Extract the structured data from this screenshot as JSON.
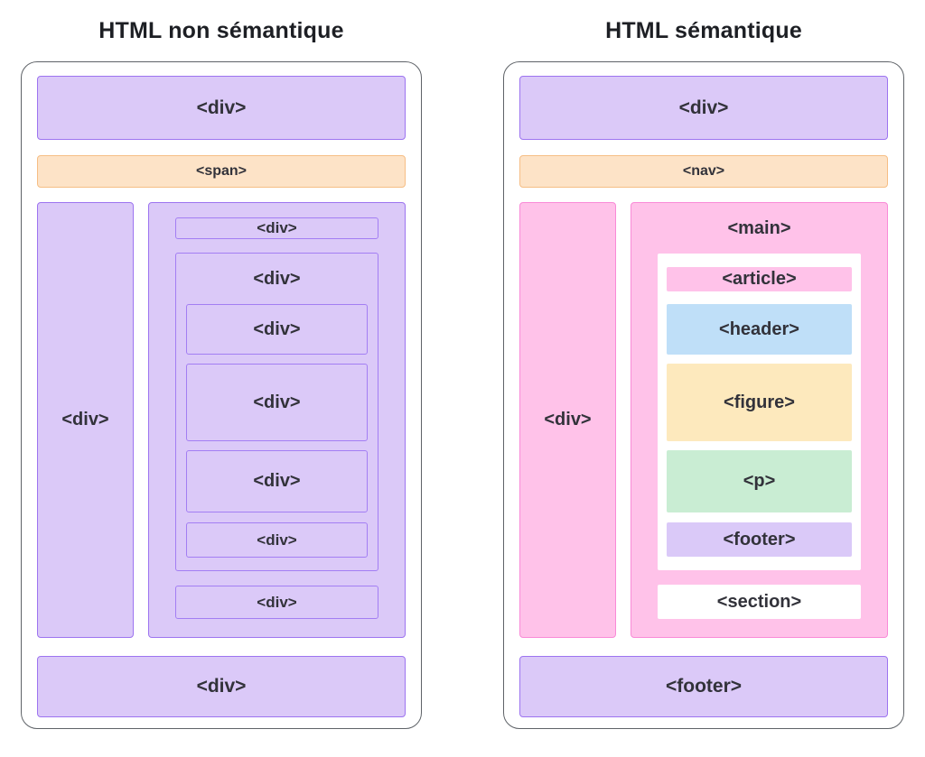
{
  "panels": {
    "non_semantic": {
      "title": "HTML non sémantique",
      "header_box": {
        "label": "<div>"
      },
      "nav_bar": {
        "label": "<span>"
      },
      "sidebar": {
        "label": "<div>"
      },
      "main": {
        "top_bar": {
          "label": "<div>"
        },
        "content_box": {
          "label": "<div>",
          "items": [
            {
              "label": "<div>"
            },
            {
              "label": "<div>"
            },
            {
              "label": "<div>"
            },
            {
              "label": "<div>"
            }
          ]
        },
        "bottom_bar": {
          "label": "<div>"
        }
      },
      "footer_box": {
        "label": "<div>"
      }
    },
    "semantic": {
      "title": "HTML sémantique",
      "header_box": {
        "label": "<div>"
      },
      "nav_bar": {
        "label": "<nav>"
      },
      "sidebar": {
        "label": "<div>"
      },
      "main": {
        "label": "<main>",
        "content_box": {
          "article": {
            "label": "<article>",
            "color": "#ffc2e9"
          },
          "items": [
            {
              "label": "<header>",
              "color": "#bfdff8"
            },
            {
              "label": "<figure>",
              "color": "#fde9bd"
            },
            {
              "label": "<p>",
              "color": "#c9edd3"
            },
            {
              "label": "<footer>",
              "color": "#dac9f8"
            }
          ]
        },
        "section_bar": {
          "label": "<section>",
          "color": "#ffffff"
        }
      },
      "footer_box": {
        "label": "<footer>"
      }
    }
  },
  "colors": {
    "purple_fill": "#dbc9f8",
    "purple_border": "#9d74f0",
    "orange_fill": "#fde3c7",
    "orange_border": "#f6be85",
    "pink_fill": "#ffc2e9",
    "pink_border": "#f98ad7",
    "blue_fill": "#bfdff8",
    "yellow_fill": "#fde9bd",
    "green_fill": "#c9edd3",
    "lavender_fill": "#dac9f8",
    "frame_border": "#5f6368",
    "title_color": "#1d1f24",
    "label_color": "#32323a"
  }
}
